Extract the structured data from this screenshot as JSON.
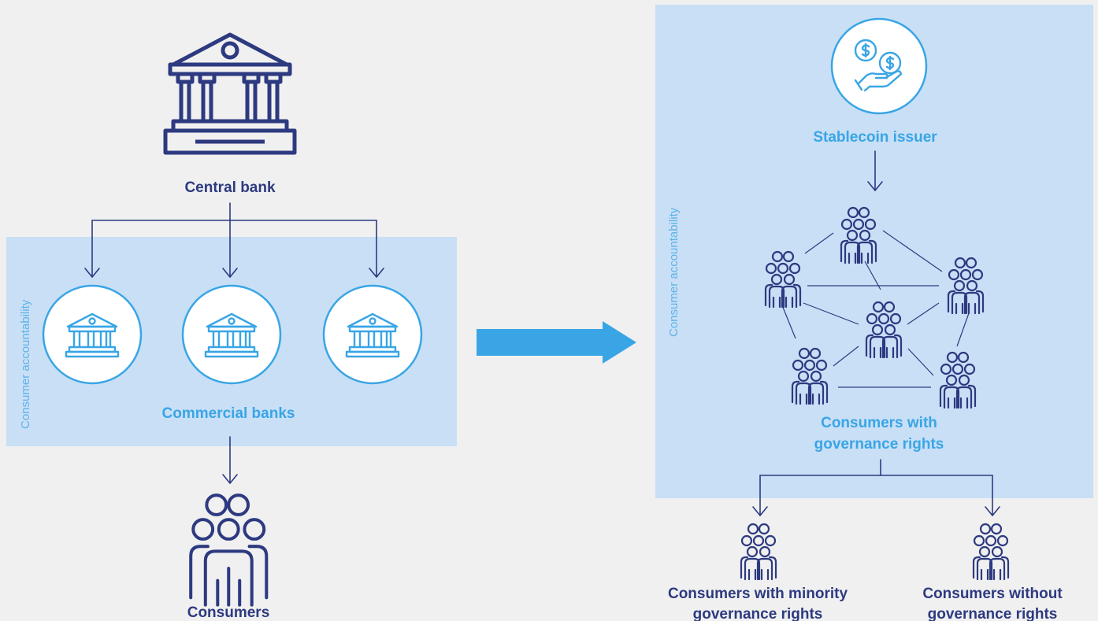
{
  "colors": {
    "background": "#f0f0f0",
    "panel": "#c8dff6",
    "navy": "#2d3a80",
    "accent": "#39a5e5"
  },
  "left": {
    "central_bank_label": "Central bank",
    "commercial_banks_label": "Commercial banks",
    "consumers_label": "Consumers",
    "panel_side_label": "Consumer accountability",
    "icons": {
      "central_bank": "bank-building-icon",
      "commercial_bank": "bank-icon",
      "consumers": "people-group-icon"
    }
  },
  "transition_arrow": "right-arrow-icon",
  "right": {
    "issuer_label": "Stablecoin issuer",
    "governance_line1": "Consumers with",
    "governance_line2": "governance rights",
    "minority_line1": "Consumers with minority",
    "minority_line2": "governance rights",
    "without_line1": "Consumers without",
    "without_line2": "governance rights",
    "panel_side_label": "Consumer accountability",
    "icons": {
      "issuer": "coins-in-hand-icon",
      "consumer_group": "people-group-icon"
    }
  }
}
